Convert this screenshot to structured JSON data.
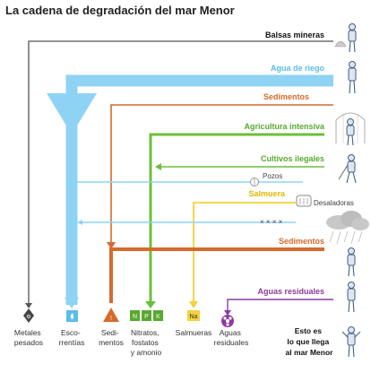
{
  "title": "La cadena de degradación del mar Menor",
  "flows": {
    "balsas_mineras": "Balsas mineras",
    "agua_de_riego": "Agua de riego",
    "sedimentos_1": "Sedimentos",
    "agricultura_intensiva": "Agricultura intensiva",
    "cultivos_ilegales": "Cultivos ilegales",
    "pozos": "Pozos",
    "salmuera": "Salmuera",
    "desaladoras": "Desaladoras",
    "sedimentos_2": "Sedimentos",
    "aguas_residuales": "Aguas residuales"
  },
  "outputs": {
    "metales": [
      "Metales",
      "pesados"
    ],
    "escorrentias": [
      "Esco-",
      "rrentías"
    ],
    "sedimentos": [
      "Sedi-",
      "mentos"
    ],
    "nitratos": [
      "Nitratos,",
      "fostatos",
      "y amonio"
    ],
    "salmueras": [
      "Salmueras"
    ],
    "aguas_residuales": [
      "Aguas",
      "residuales"
    ],
    "final": [
      "Esto es",
      "lo que llega",
      "al mar Menor"
    ]
  },
  "badges": {
    "n": "N",
    "p": "P",
    "k": "K",
    "na": "Na"
  },
  "colors": {
    "mining": "#555555",
    "water": "#8fd3f4",
    "sediment": "#d66a2c",
    "agriculture": "#6cbf3a",
    "salt": "#f3d23b",
    "wastewater": "#8d3aa0",
    "pozos_line": "#8fd3f4"
  }
}
